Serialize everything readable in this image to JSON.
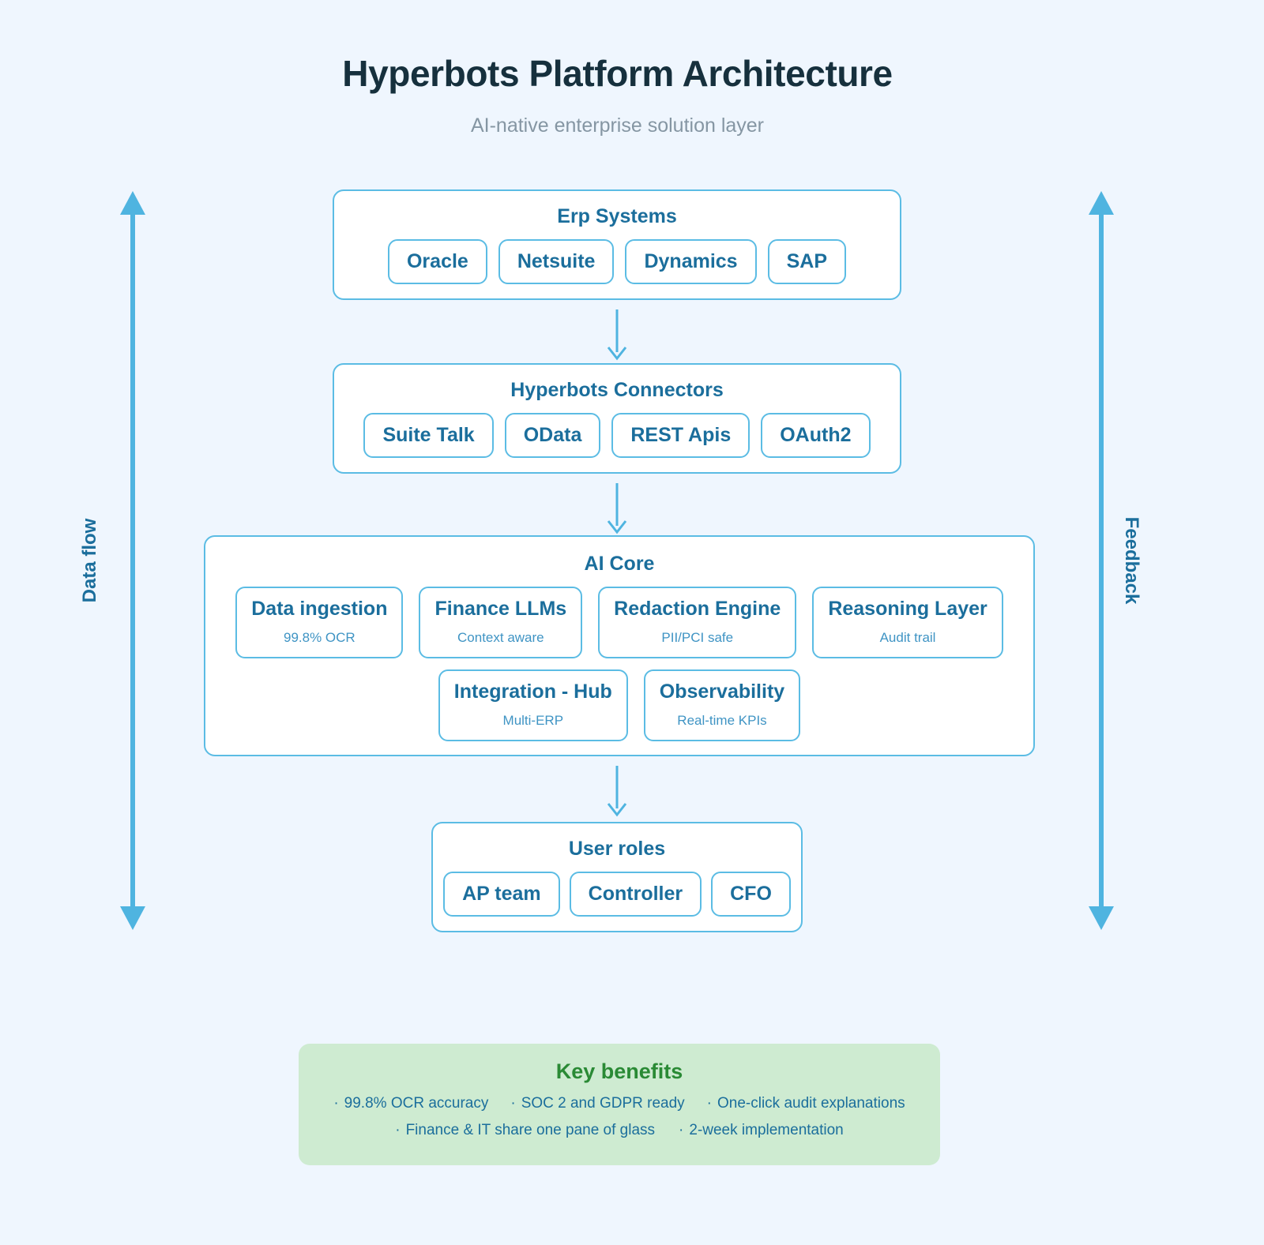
{
  "header": {
    "title": "Hyperbots Platform Architecture",
    "subtitle": "AI-native enterprise solution layer"
  },
  "side_arrows": {
    "left_label": "Data flow",
    "right_label": "Feedback"
  },
  "layers": {
    "erp": {
      "title": "Erp Systems",
      "chips": [
        "Oracle",
        "Netsuite",
        "Dynamics",
        "SAP"
      ]
    },
    "connectors": {
      "title": "Hyperbots Connectors",
      "chips": [
        "Suite Talk",
        "OData",
        "REST Apis",
        "OAuth2"
      ]
    },
    "ai_core": {
      "title": "AI Core",
      "row1": [
        {
          "title": "Data ingestion",
          "caption": "99.8% OCR"
        },
        {
          "title": "Finance LLMs",
          "caption": "Context aware"
        },
        {
          "title": "Redaction Engine",
          "caption": "PII/PCI safe"
        },
        {
          "title": "Reasoning Layer",
          "caption": "Audit trail"
        }
      ],
      "row2": [
        {
          "title": "Integration - Hub",
          "caption": "Multi-ERP"
        },
        {
          "title": "Observability",
          "caption": "Real-time KPIs"
        }
      ]
    },
    "user_roles": {
      "title": "User roles",
      "chips": [
        "AP team",
        "Controller",
        "CFO"
      ]
    }
  },
  "benefits": {
    "title": "Key benefits",
    "line1": [
      "99.8% OCR accuracy",
      "SOC 2 and GDPR ready",
      "One-click audit explanations"
    ],
    "line2": [
      "Finance & IT share one pane of glass",
      "2-week implementation"
    ],
    "bullet": "·"
  },
  "colors": {
    "background": "#eff6fe",
    "border_blue": "#5bbce4",
    "text_blue": "#1b6e9c",
    "caption_blue": "#3f94c4",
    "title_navy": "#16303d",
    "subtitle_gray": "#8596a3",
    "benefit_panel": "#ceebd1",
    "benefit_green": "#2a8a35"
  }
}
